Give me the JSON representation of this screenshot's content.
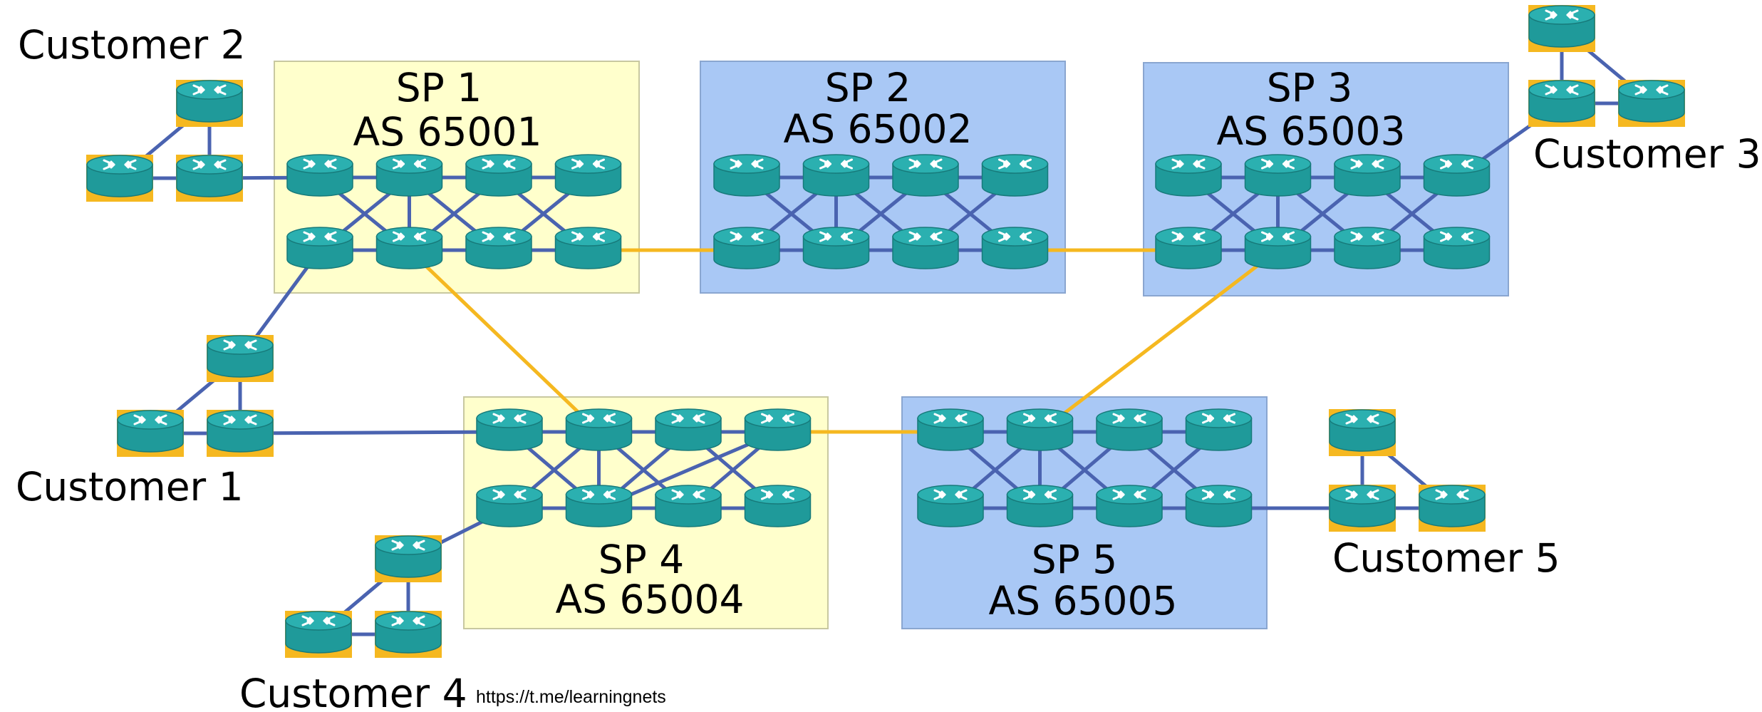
{
  "providers": [
    {
      "name": "SP 1",
      "as": "AS 65001"
    },
    {
      "name": "SP 2",
      "as": "AS 65002"
    },
    {
      "name": "SP 3",
      "as": "AS 65003"
    },
    {
      "name": "SP 4",
      "as": "AS 65004"
    },
    {
      "name": "SP 5",
      "as": "AS 65005"
    }
  ],
  "customers": [
    "Customer 1",
    "Customer 2",
    "Customer 3",
    "Customer 4",
    "Customer 5"
  ],
  "footer_url": "https://t.me/learningnets",
  "colors": {
    "sp_yellow": "#ffffcc",
    "sp_blue": "#a9c8f5",
    "router_body": "#1f9a9a",
    "router_top": "#2bb0b0",
    "customer_highlight": "#f5b820",
    "intra_link": "#4a63b0",
    "inter_as_link": "#f5b820"
  },
  "icon": "router-icon"
}
